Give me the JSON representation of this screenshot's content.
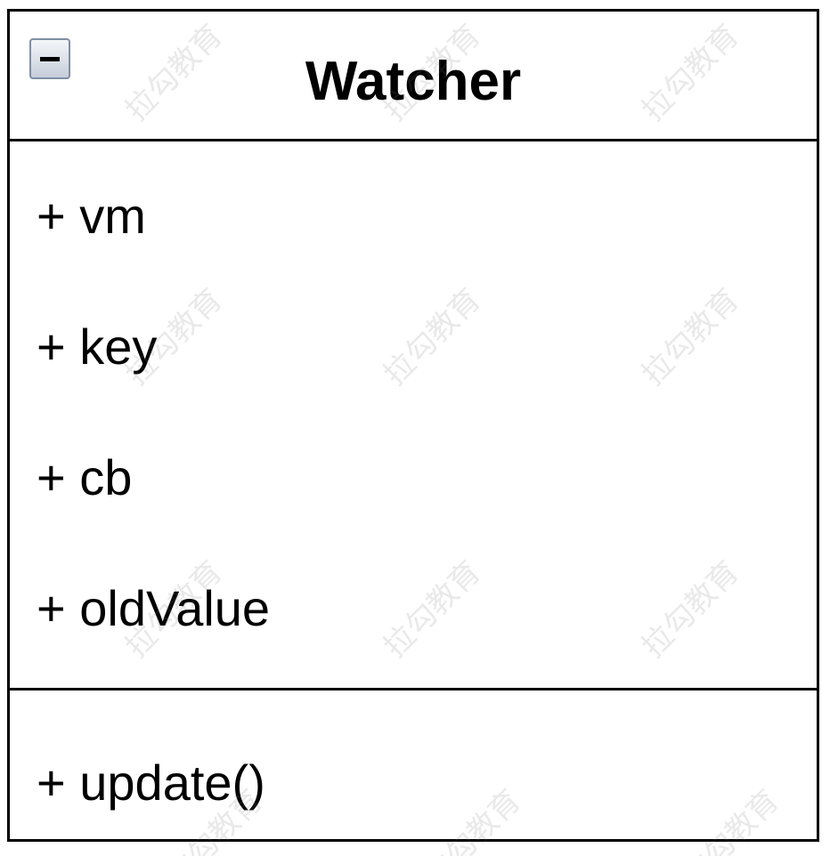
{
  "class": {
    "name": "Watcher",
    "collapse_icon": "minus-box-icon",
    "attributes": [
      {
        "label": "+ vm"
      },
      {
        "label": "+ key"
      },
      {
        "label": "+ cb"
      },
      {
        "label": "+ oldValue"
      }
    ],
    "methods": [
      {
        "label": "+ update()"
      }
    ]
  },
  "watermark": {
    "text": "拉勾教育"
  },
  "colors": {
    "border": "#000000",
    "background": "#ffffff",
    "watermark": "#787878"
  }
}
